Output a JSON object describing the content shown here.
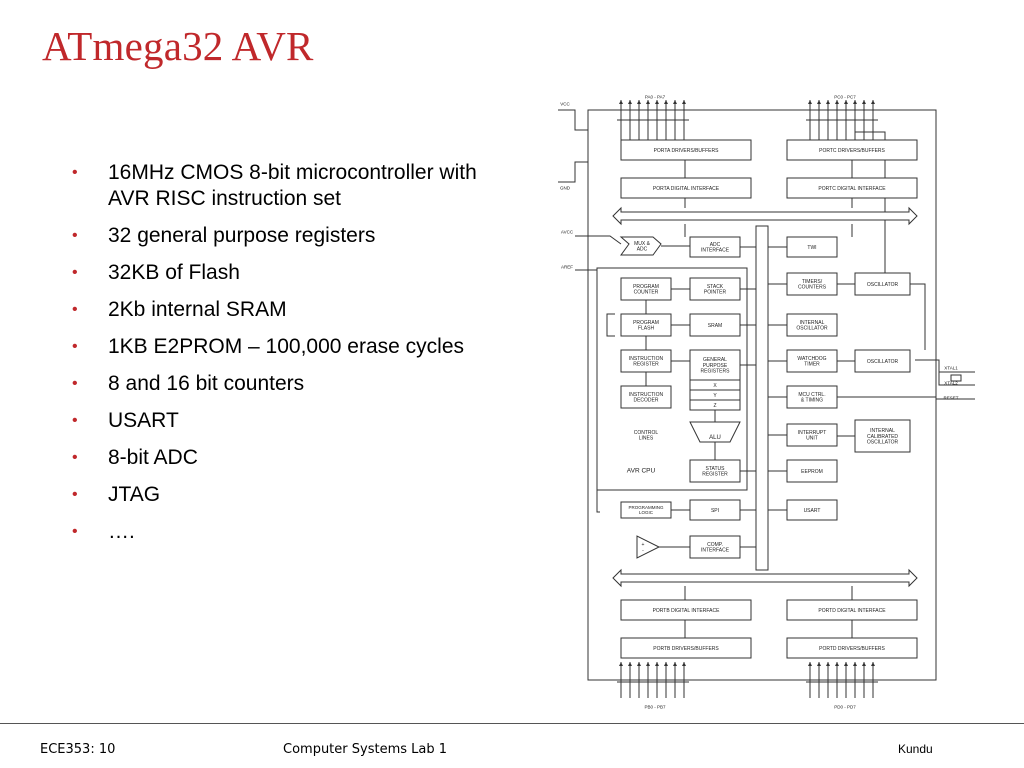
{
  "slide": {
    "title": "ATmega32 AVR"
  },
  "bullets": [
    "16MHz CMOS 8-bit microcontroller with AVR RISC instruction set",
    "32 general purpose registers",
    "32KB of Flash",
    "2Kb internal SRAM",
    "1KB E2PROM – 100,000 erase cycles",
    "8 and 16 bit counters",
    "USART",
    "8-bit ADC",
    "JTAG",
    "…."
  ],
  "diagram": {
    "pins": {
      "vcc": "VCC",
      "gnd": "GND",
      "avcc": "AVCC",
      "aref": "AREF",
      "xtal1": "XTAL1",
      "xtal2": "XTAL2",
      "reset": "RESET",
      "pa": "PA0 - PA7",
      "pc": "PC0 - PC7",
      "pb": "PB0 - PB7",
      "pd": "PD0 - PD7"
    },
    "blocks": {
      "porta_drivers": "PORTA DRIVERS/BUFFERS",
      "portc_drivers": "PORTC DRIVERS/BUFFERS",
      "porta_digital": "PORTA DIGITAL INTERFACE",
      "portc_digital": "PORTC DIGITAL INTERFACE",
      "mux_adc": [
        "MUX &",
        "ADC"
      ],
      "adc_interface": [
        "ADC",
        "INTERFACE"
      ],
      "twi": "TWI",
      "program_counter": [
        "PROGRAM",
        "COUNTER"
      ],
      "stack_pointer": [
        "STACK",
        "POINTER"
      ],
      "timers_counters": [
        "TIMERS/",
        "COUNTERS"
      ],
      "oscillator1": "OSCILLATOR",
      "program_flash": [
        "PROGRAM",
        "FLASH"
      ],
      "sram": "SRAM",
      "internal_oscillator": [
        "INTERNAL",
        "OSCILLATOR"
      ],
      "instruction_register": [
        "INSTRUCTION",
        "REGISTER"
      ],
      "gp_registers": [
        "GENERAL",
        "PURPOSE",
        "REGISTERS"
      ],
      "watchdog_timer": [
        "WATCHDOG",
        "TIMER"
      ],
      "oscillator2": "OSCILLATOR",
      "reg_x": "X",
      "reg_y": "Y",
      "reg_z": "Z",
      "instruction_decoder": [
        "INSTRUCTION",
        "DECODER"
      ],
      "mcu_ctrl": [
        "MCU CTRL.",
        "& TIMING"
      ],
      "control_lines": [
        "CONTROL",
        "LINES"
      ],
      "alu": "ALU",
      "interrupt_unit": [
        "INTERRUPT",
        "UNIT"
      ],
      "internal_calibrated_oscillator": [
        "INTERNAL",
        "CALIBRATED",
        "OSCILLATOR"
      ],
      "avr_cpu": "AVR CPU",
      "status_register": [
        "STATUS",
        "REGISTER"
      ],
      "eeprom": "EEPROM",
      "programming_logic": [
        "PROGRAMMING",
        "LOGIC"
      ],
      "spi": "SPI",
      "usart": "USART",
      "comp_interface": [
        "COMP.",
        "INTERFACE"
      ],
      "portb_digital": "PORTB DIGITAL INTERFACE",
      "portd_digital": "PORTD DIGITAL INTERFACE",
      "portb_drivers": "PORTB DRIVERS/BUFFERS",
      "portd_drivers": "PORTD DRIVERS/BUFFERS"
    }
  },
  "footer": {
    "left": "ECE353: 10",
    "center": "Computer Systems Lab 1",
    "right": "Kundu"
  }
}
